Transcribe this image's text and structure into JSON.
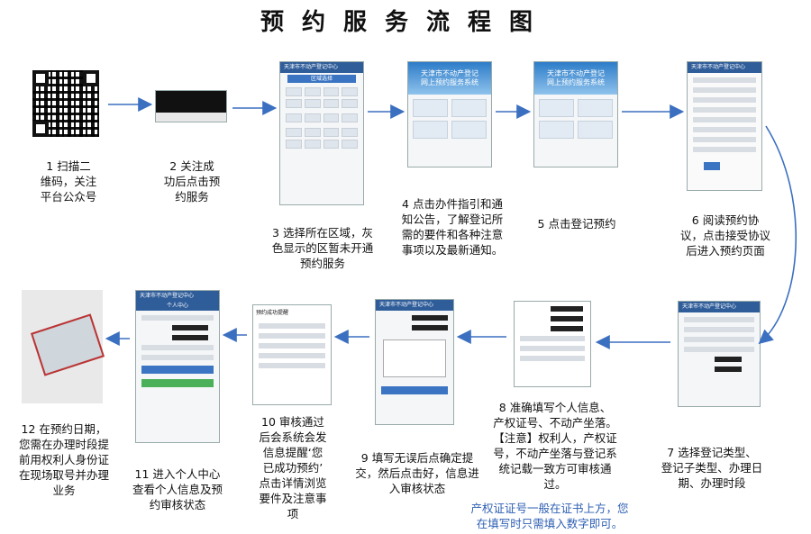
{
  "title": "预约服务流程图",
  "steps": [
    {
      "n": "1",
      "lines": [
        "1 扫描二",
        "维码，关注",
        "平台公众号"
      ]
    },
    {
      "n": "2",
      "lines": [
        "2 关注成",
        "功后点击预",
        "约服务"
      ]
    },
    {
      "n": "3",
      "lines": [
        "3 选择所在区域，灰",
        "色显示的区暂未开通",
        "预约服务"
      ]
    },
    {
      "n": "4",
      "lines": [
        "4 点击办件指引和通",
        "知公告，了解登记所",
        "需的要件和各种注意",
        "事项以及最新通知。"
      ]
    },
    {
      "n": "5",
      "lines": [
        "5 点击登记预约"
      ]
    },
    {
      "n": "6",
      "lines": [
        "6 阅读预约协",
        "议，点击接受协议",
        "后进入预约页面"
      ]
    },
    {
      "n": "7",
      "lines": [
        "7 选择登记类型、",
        "登记子类型、办理日",
        "期、办理时段"
      ]
    },
    {
      "n": "8",
      "lines": [
        "8 准确填写个人信息、",
        "产权证号、不动产坐落。",
        "【注意】权利人，产权证",
        "号，不动产坐落与登记系",
        "统记载一致方可审核通",
        "过。"
      ]
    },
    {
      "n": "9",
      "lines": [
        "9 填写无误后点确定提",
        "交，然后点击好，信息进",
        "入审核状态"
      ]
    },
    {
      "n": "10",
      "lines": [
        "10 审核通过",
        "后会系统会发",
        "信息提醒‘您",
        "已成功预约’",
        "点击详情浏览",
        "要件及注意事",
        "项"
      ]
    },
    {
      "n": "11",
      "lines": [
        "11 进入个人中心",
        "查看个人信息及预",
        "约审核状态"
      ]
    },
    {
      "n": "12",
      "lines": [
        "12 在预约日期，",
        "您需在办理时段提",
        "前用权利人身份证",
        "在现场取号并办理",
        "业务"
      ]
    }
  ],
  "note": [
    "产权证证号一般在证书上方，您",
    "在填写时只需填入数字即可。"
  ],
  "screens": {
    "app_title": "天津市不动产登记中心",
    "banner_lines": [
      "天津市不动产登记",
      "网上预约服务系统"
    ],
    "center_title": "个人中心",
    "region_title": "区域选择",
    "confirm_title": "预约成功提醒"
  }
}
